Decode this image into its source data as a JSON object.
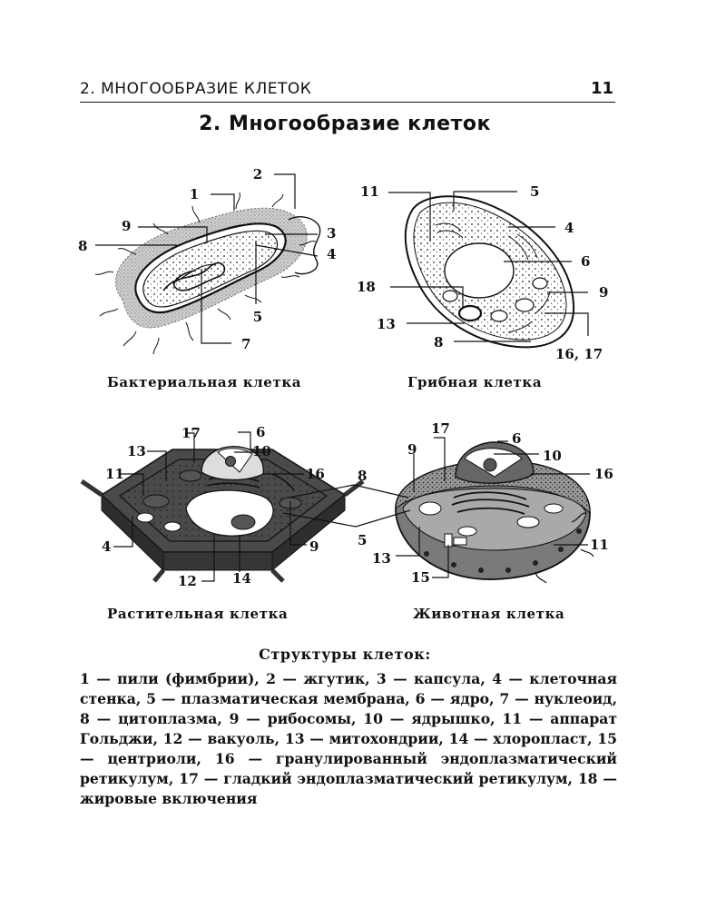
{
  "header": {
    "section": "2. МНОГООБРАЗИЕ КЛЕТОК",
    "page_number": "11"
  },
  "title": "2. Многообразие клеток",
  "figures": {
    "bacterial": {
      "caption": "Бактериальная клетка",
      "labels": [
        "1",
        "2",
        "3",
        "4",
        "5",
        "7",
        "8",
        "9"
      ]
    },
    "fungal": {
      "caption": "Грибная клетка",
      "labels": [
        "11",
        "5",
        "4",
        "6",
        "18",
        "9",
        "13",
        "8",
        "16, 17"
      ]
    },
    "plant": {
      "caption": "Растительная клетка",
      "labels": [
        "17",
        "6",
        "13",
        "10",
        "11",
        "16",
        "4",
        "9",
        "12",
        "14"
      ]
    },
    "animal": {
      "caption": "Животная клетка",
      "labels": [
        "17",
        "6",
        "9",
        "10",
        "16",
        "11",
        "13",
        "15"
      ]
    },
    "shared_labels": [
      "8",
      "5"
    ]
  },
  "legend": {
    "title": "Структуры клеток:",
    "text": "1 — пили (фимбрии), 2 — жгутик, 3 — капсула, 4 — клеточная стенка, 5 — плазматическая мембрана, 6 — ядро, 7 — нуклеоид, 8 — цитоплазма, 9 — рибосомы, 10 — ядрышко, 11 — аппарат Гольджи, 12 — вакуоль, 13 — митохондрии, 14 — хлоропласт, 15 — центриоли, 16 — гранулированный эндоплазматический ретикулум, 17 — гладкий эндоплазматический ретикулум, 18 — жировые включения"
  }
}
